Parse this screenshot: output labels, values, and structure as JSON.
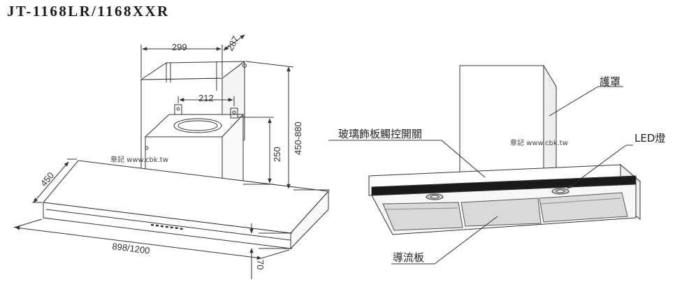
{
  "title": "JT-1168LR/1168XXR",
  "dimensions": {
    "chimney_width": "299",
    "chimney_depth": "287",
    "flange_width": "212",
    "motor_height": "250",
    "total_height": "450-880",
    "hood_depth": "450",
    "hood_width": "898/1200",
    "hood_thickness": "70"
  },
  "callouts": {
    "cover": "護罩",
    "glass_touch_switch": "玻璃飾板觸控開關",
    "led_light": "LED燈",
    "baffle": "導流板"
  },
  "watermark": "章記 www.cbk.tw",
  "colors": {
    "line": "#333333",
    "panel": "#1a1a1a",
    "filter": "#555555"
  }
}
